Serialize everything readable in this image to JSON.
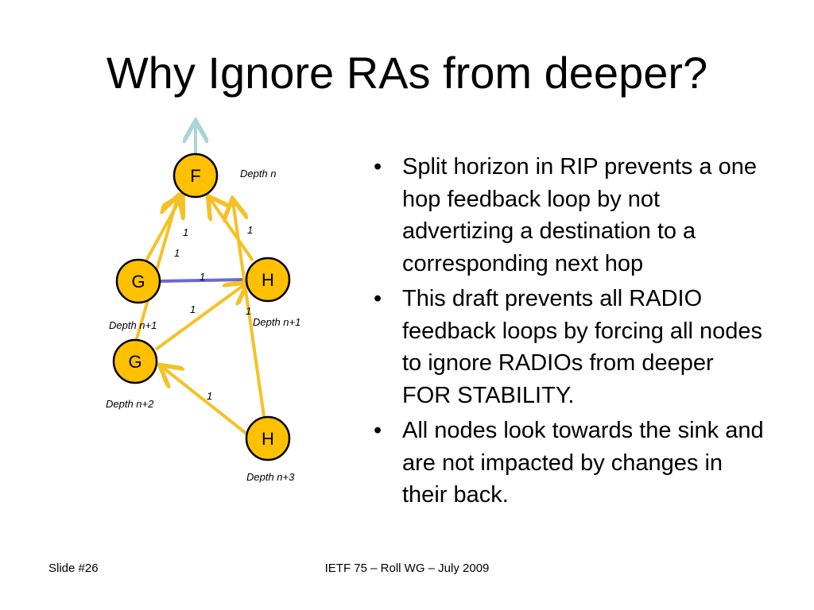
{
  "title": "Why Ignore RAs from deeper?",
  "diagram": {
    "nodes": {
      "f": "F",
      "g_upper": "G",
      "h_upper": "H",
      "g_lower": "G",
      "h_lower": "H"
    },
    "depth_labels": {
      "f": "Depth n",
      "g_upper": "Depth n+1",
      "h_upper": "Depth n+1",
      "g_lower": "Depth n+2",
      "h_lower": "Depth n+3"
    },
    "edge_labels": {
      "g_to_f_a": "1",
      "g_to_f_b": "1",
      "h_to_f": "1",
      "g_h_link": "1",
      "g2_to_h": "1",
      "h3_to_h": "1",
      "h3_to_g2": "1"
    },
    "colors": {
      "node_fill": "#FFC000",
      "node_stroke": "#000000",
      "arrow": "#F5C126",
      "link": "#6A6ACD",
      "uplink": "#A9D4DA"
    }
  },
  "bullets": [
    "Split horizon in RIP prevents a one hop feedback loop by not advertizing a destination to a corresponding next hop",
    "This draft prevents all RADIO feedback loops by forcing all nodes to ignore RADIOs from deeper FOR STABILITY.",
    "All nodes look towards the sink and are not impacted by changes in their back."
  ],
  "footer": {
    "slide_number": "Slide #26",
    "event": "IETF 75 – Roll WG – July 2009"
  }
}
